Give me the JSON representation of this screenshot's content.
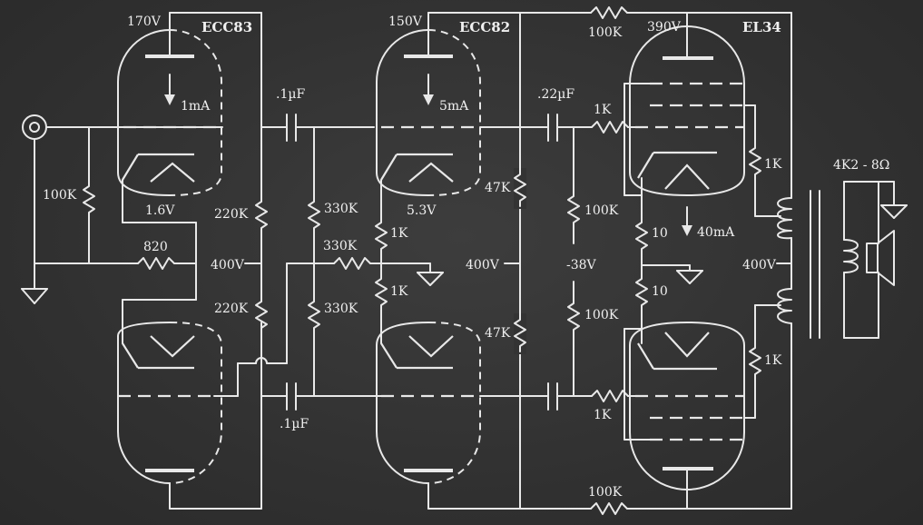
{
  "tubes": {
    "stage1": "ECC83",
    "stage2": "ECC82",
    "output": "EL34"
  },
  "voltages": {
    "v170": "170V",
    "v150": "150V",
    "v390": "390V",
    "v16": "1.6V",
    "v53": "5.3V",
    "v400a": "400V",
    "v400b": "400V",
    "v400c": "400V",
    "vneg38": "-38V"
  },
  "currents": {
    "i1": "1mA",
    "i5": "5mA",
    "i40": "40mA"
  },
  "capacitors": {
    "c1_top": ".1µF",
    "c1_bot": ".1µF",
    "c2": ".22µF"
  },
  "resistors": {
    "r_in": "100K",
    "r_820": "820",
    "r_220k_top": "220K",
    "r_220k_bot": "220K",
    "r_330k_a": "330K",
    "r_330k_b": "330K",
    "r_330k_c": "330K",
    "r_1k_a": "1K",
    "r_1k_b": "1K",
    "r_47k_top": "47K",
    "r_47k_bot": "47K",
    "r_100k_fb_top": "100K",
    "r_100k_fb_bot": "100K",
    "r_100k_gl_top": "100K",
    "r_100k_gl_bot": "100K",
    "r_1k_grid_top": "1K",
    "r_1k_grid_bot": "1K",
    "r_10_top": "10",
    "r_10_bot": "10",
    "r_1k_screen_top": "1K",
    "r_1k_screen_bot": "1K"
  },
  "transformer": {
    "label": "4K2 - 8Ω"
  }
}
